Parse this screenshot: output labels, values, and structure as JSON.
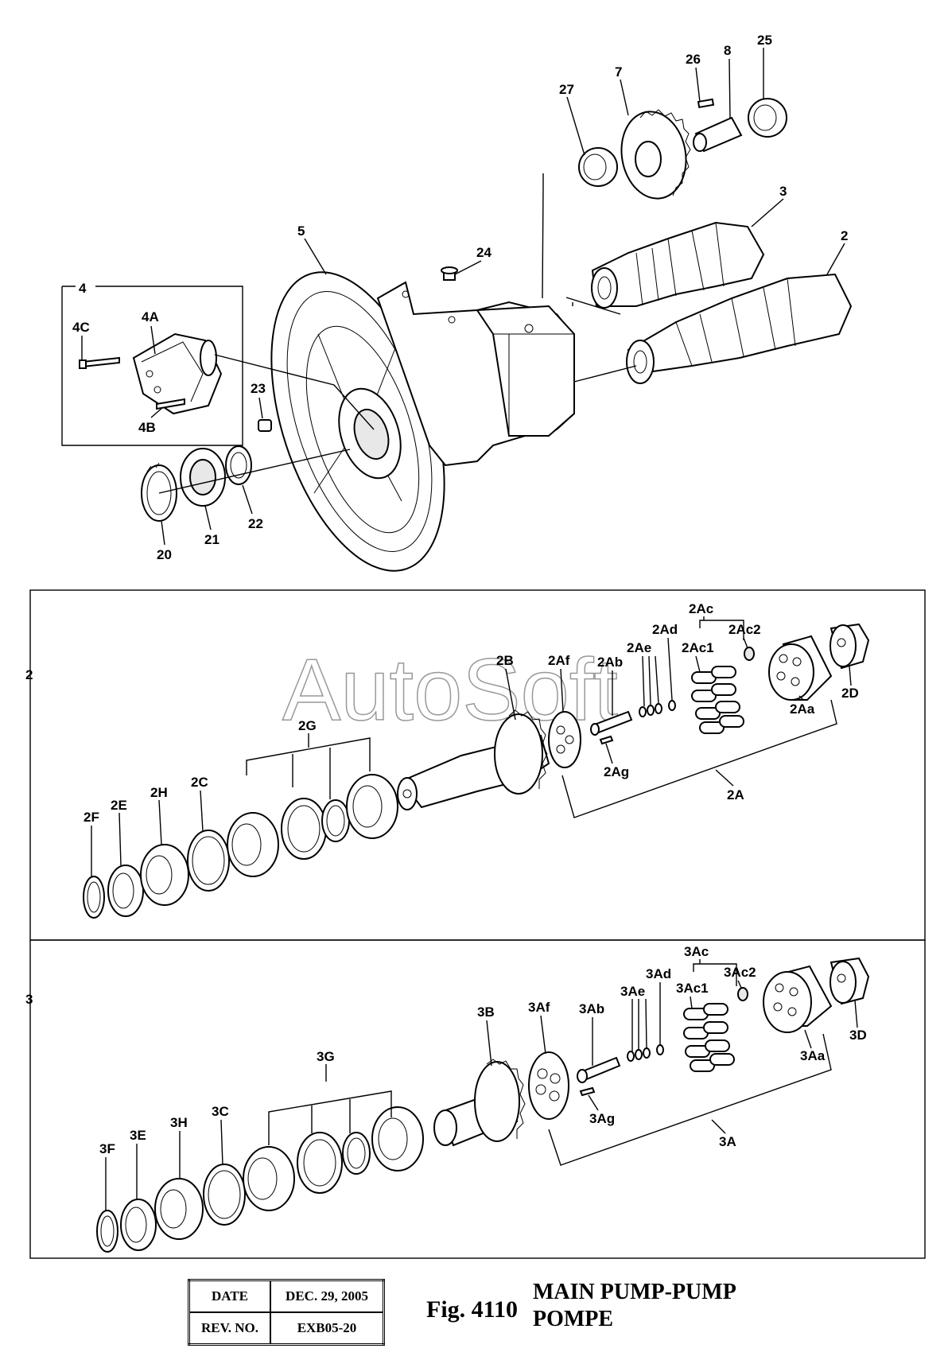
{
  "watermark": "AutoSoft",
  "callouts": {
    "top": [
      "27",
      "7",
      "26",
      "8",
      "25",
      "3",
      "2",
      "5",
      "24",
      "4",
      "4A",
      "4C",
      "4B",
      "23",
      "20",
      "21",
      "22"
    ],
    "panel2": [
      "2",
      "2Ac",
      "2Ad",
      "2Ac2",
      "2Ae",
      "2Ac1",
      "2B",
      "2Af",
      "2Ab",
      "2D",
      "2Aa",
      "2G",
      "2C",
      "2Ag",
      "2H",
      "2E",
      "2F",
      "2A"
    ],
    "panel3": [
      "3",
      "3Ac",
      "3Ad",
      "3Ac2",
      "3Ae",
      "3Ac1",
      "3B",
      "3Af",
      "3Ab",
      "3D",
      "3G",
      "3Aa",
      "3Ag",
      "3H",
      "3C",
      "3E",
      "3F",
      "3A"
    ]
  },
  "footer": {
    "date_label": "DATE",
    "date_value": "DEC. 29, 2005",
    "rev_label": "REV. NO.",
    "rev_value": "EXB05-20",
    "fig_label": "Fig. 4110",
    "title_line1": "MAIN PUMP-PUMP",
    "title_line2": "POMPE"
  }
}
